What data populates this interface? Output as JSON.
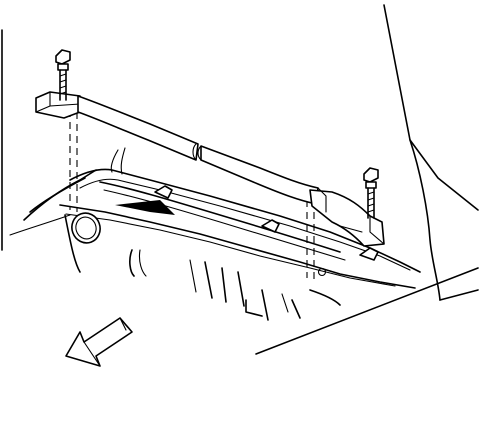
{
  "figure": {
    "type": "technical-line-illustration",
    "subject": "cowl-panel-brace-removal",
    "parts": [
      "cowl-brace-bar",
      "left-mounting-bolt",
      "right-mounting-bolt",
      "cowl-panel",
      "wiper-linkage",
      "body-opening",
      "front-direction-arrow"
    ],
    "colors": {
      "stroke": "#000000",
      "background": "#ffffff"
    }
  }
}
